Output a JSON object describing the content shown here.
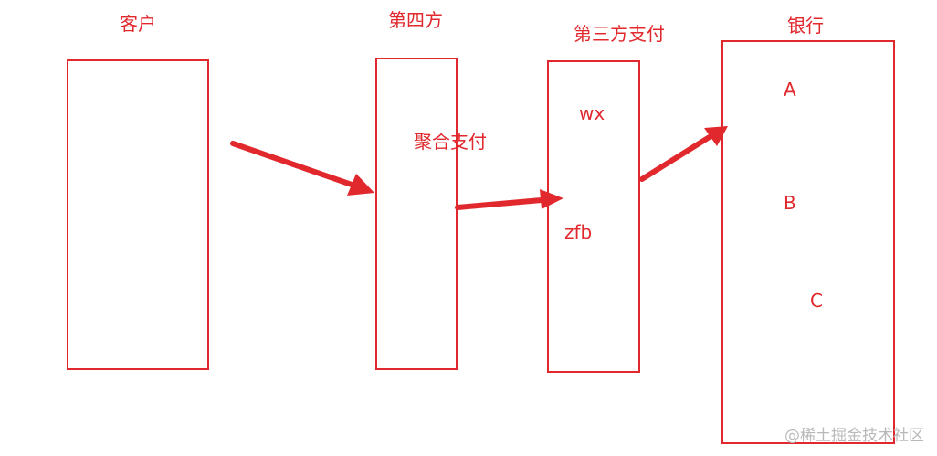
{
  "diagram": {
    "customer": {
      "title": "客户"
    },
    "fourth_party": {
      "title": "第四方",
      "content": "聚合支付"
    },
    "third_party": {
      "title": "第三方支付",
      "items": [
        "wx",
        "zfb"
      ]
    },
    "bank": {
      "title": "银行",
      "items": [
        "A",
        "B",
        "C"
      ]
    }
  },
  "colors": {
    "accent": "#e0282d",
    "watermark": "#b9b9b9"
  },
  "watermark": "@稀土掘金技术社区"
}
